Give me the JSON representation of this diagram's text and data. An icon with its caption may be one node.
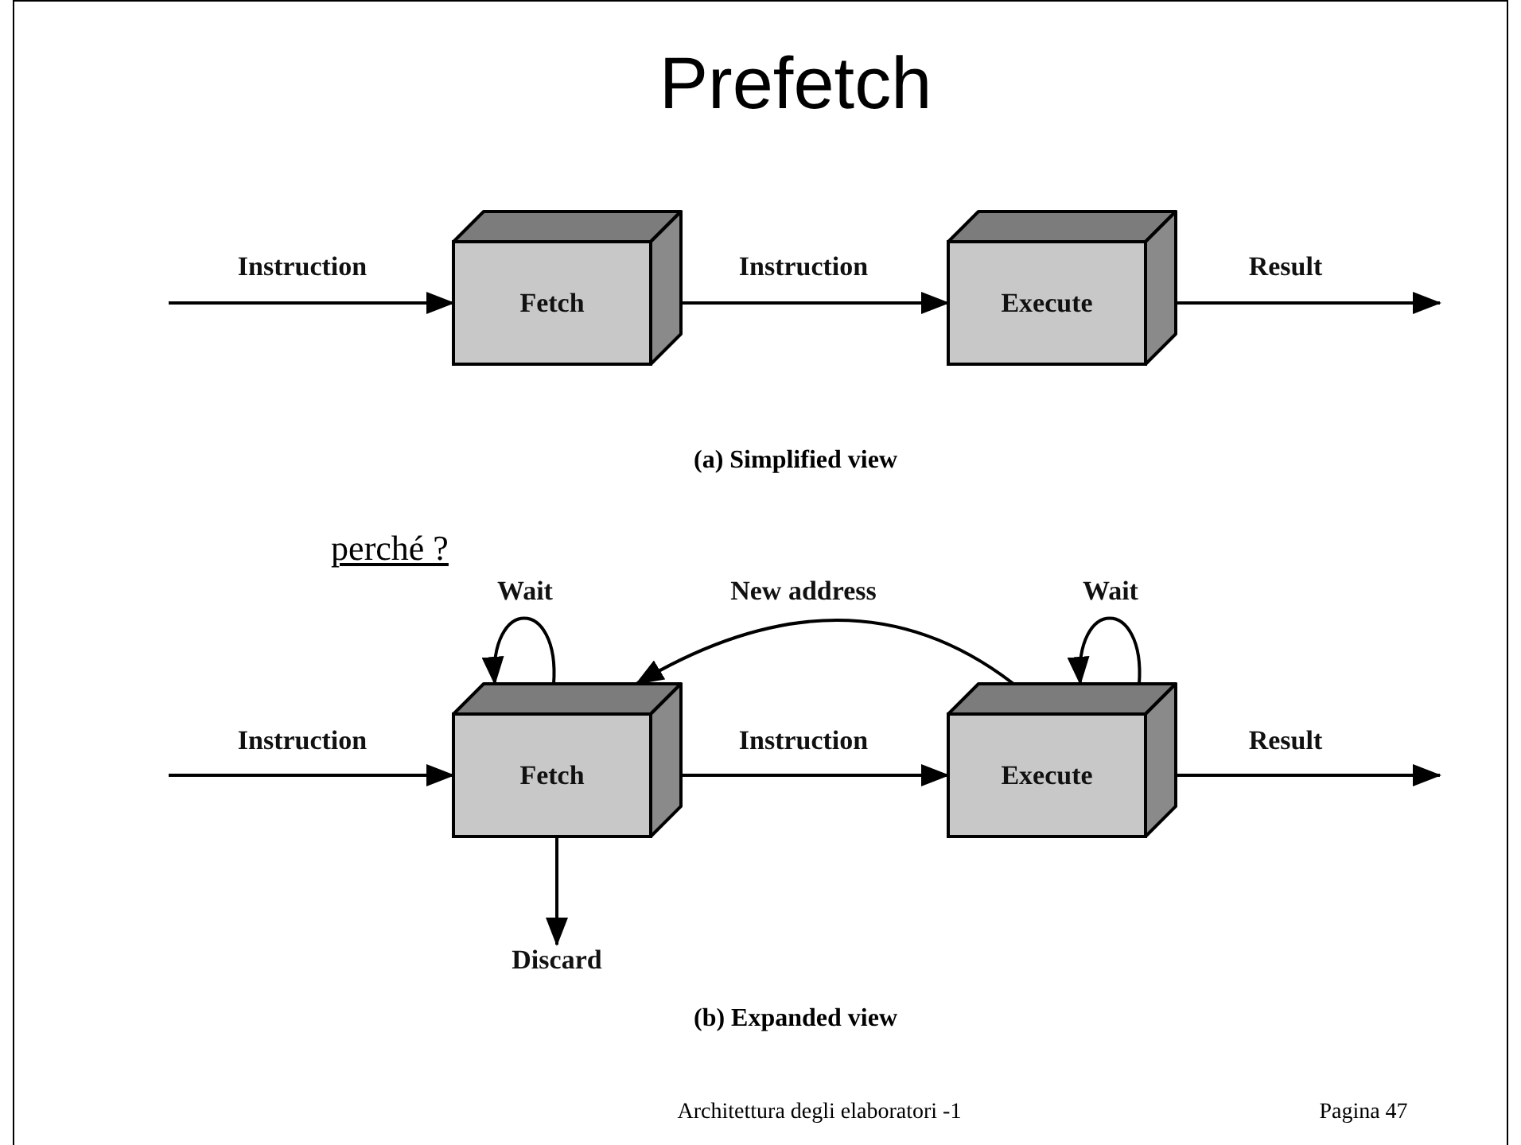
{
  "diagram": {
    "title": "Prefetch",
    "nodes": [
      {
        "text": [
          "Fetch"
        ]
      },
      {
        "text": [
          "Execute"
        ]
      },
      {
        "text": [
          "Fetch"
        ]
      },
      {
        "text": [
          "Execute"
        ]
      },
      {
        "text": [
          "Discard"
        ]
      }
    ],
    "edges": [
      {
        "from": null,
        "to": 0,
        "arrow": "to",
        "label": "Instruction"
      },
      {
        "from": 0,
        "to": 1,
        "arrow": "to",
        "label": "Instruction"
      },
      {
        "from": 1,
        "to": null,
        "arrow": "to",
        "label": "Result"
      },
      {
        "from": null,
        "to": 2,
        "arrow": "to",
        "label": "Instruction"
      },
      {
        "from": 2,
        "to": 3,
        "arrow": "to",
        "label": "Instruction"
      },
      {
        "from": 3,
        "to": null,
        "arrow": "to",
        "label": "Result"
      },
      {
        "from": 2,
        "to": 2,
        "arrow": "to",
        "label": "Wait"
      },
      {
        "from": 3,
        "to": 3,
        "arrow": "to",
        "label": "Wait"
      },
      {
        "from": 3,
        "to": 2,
        "arrow": "to",
        "label": "New address"
      },
      {
        "from": 2,
        "to": 4,
        "arrow": "to"
      }
    ],
    "labels": [
      "(a) Simplified view",
      "perché ?",
      "(b) Expanded view",
      "Architettura degli elaboratori -1",
      "Pagina 47"
    ]
  }
}
